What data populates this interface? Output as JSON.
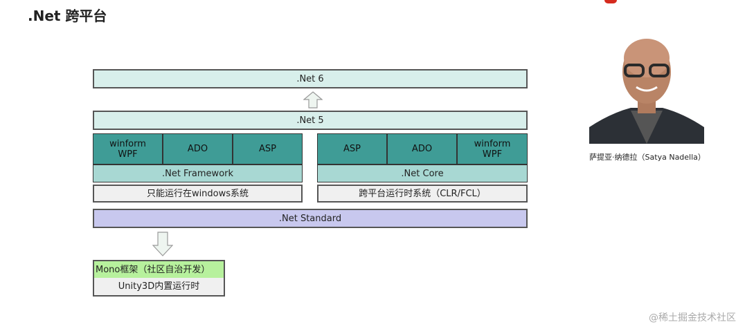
{
  "title": ".Net 跨平台",
  "net6": ".Net 6",
  "net5": ".Net 5",
  "framework": {
    "cells": [
      "winform\nWPF",
      "ADO",
      "ASP"
    ],
    "name": ".Net Framework",
    "note": "只能运行在windows系统"
  },
  "core": {
    "cells": [
      "ASP",
      "ADO",
      "winform\nWPF"
    ],
    "name": ".Net Core",
    "note": "跨平台运行时系统（CLR/FCL）"
  },
  "standard": ".Net Standard",
  "mono": "Mono框架（社区自治开发）",
  "unity": "Unity3D内置运行时",
  "photo_caption": "萨提亚·纳德拉（Satya Nadella）",
  "watermark": "@稀土掘金技术社区"
}
